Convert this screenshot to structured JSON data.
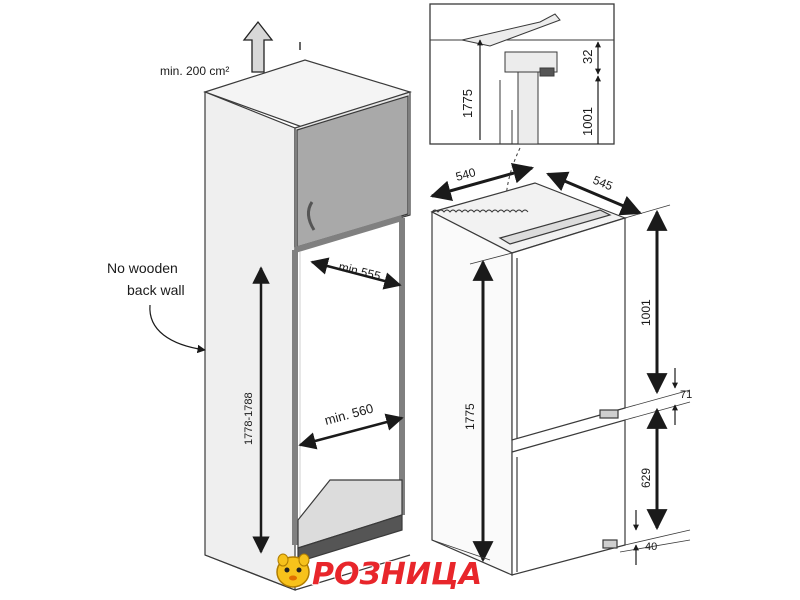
{
  "labels": {
    "ventilation": "min. 200 cm²",
    "no_back_wall": "No wooden back wall",
    "no_back_wall_line1": "No wooden",
    "no_back_wall_line2": "back wall",
    "niche_top_width": "min.555",
    "niche_bottom_width": "min. 560",
    "niche_height": "1778-1788",
    "detail_height": "1775",
    "detail_gap": "32",
    "detail_upper": "1001",
    "fridge_depth": "540",
    "fridge_width": "545",
    "fridge_height": "1775",
    "upper_door": "1001",
    "door_gap": "71",
    "lower_door": "629",
    "bottom_gap": "40",
    "brand_logo_text": "РОЗНИЦА"
  },
  "colors": {
    "line": "#3a3a3a",
    "cabinet_fill": "#ececec",
    "cabinet_door": "#a9a9a9",
    "frame": "#808080",
    "logo_red": "#e8262b",
    "logo_yellow": "#f7c21b"
  }
}
